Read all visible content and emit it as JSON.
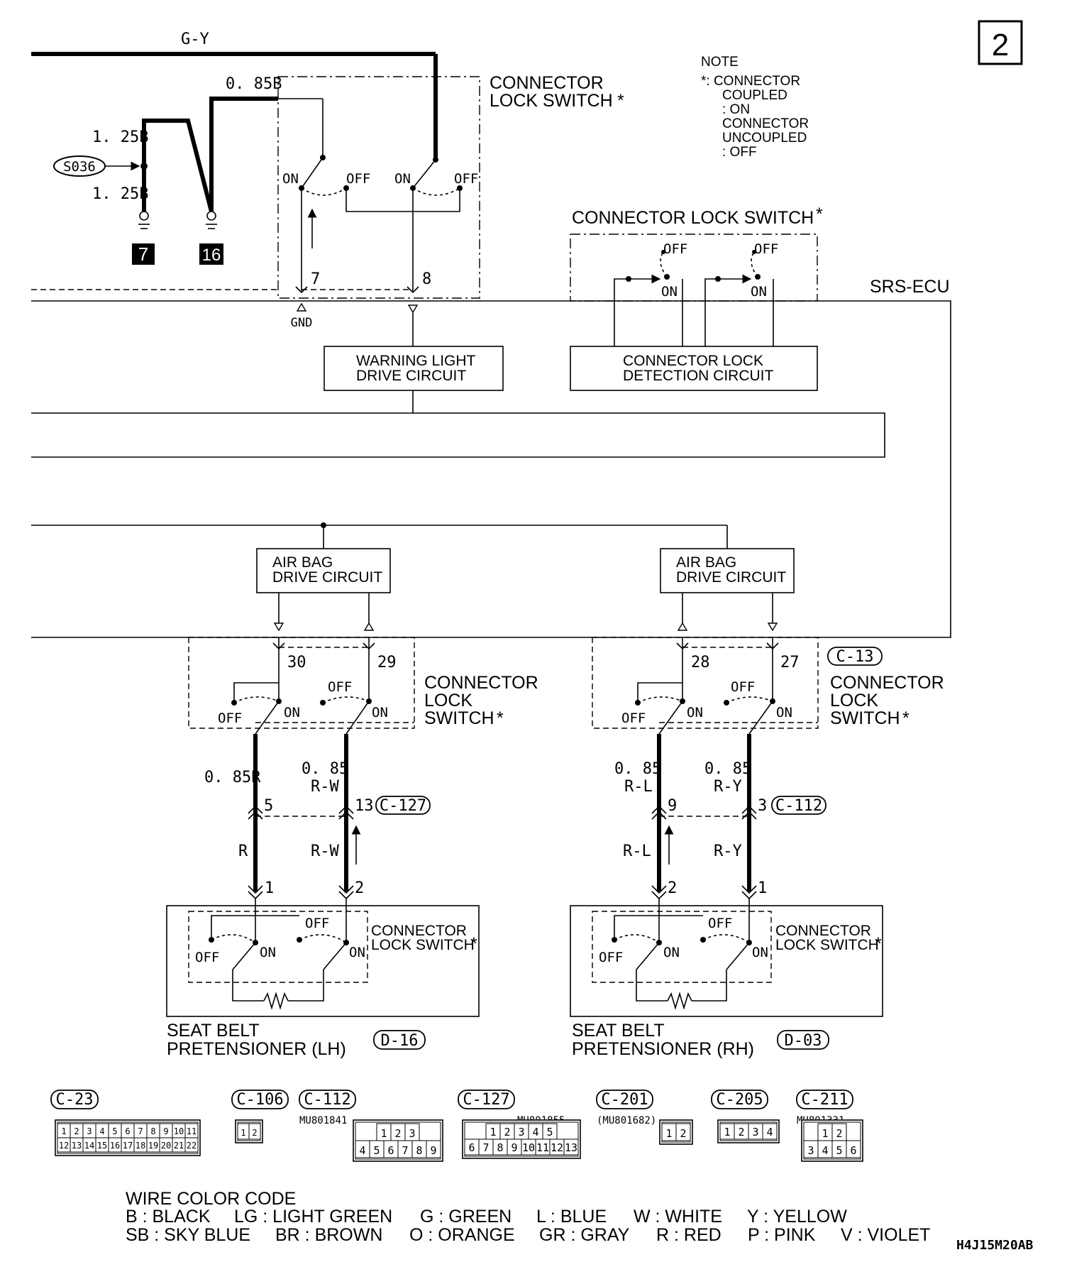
{
  "page_number": "2",
  "note": {
    "title": "NOTE",
    "lines": [
      "*: CONNECTOR",
      "COUPLED",
      ": ON",
      "CONNECTOR",
      "UNCOUPLED",
      ": OFF"
    ]
  },
  "wires": {
    "top": "G-Y",
    "w085b": "0. 85B",
    "w125b_top": "1. 25B",
    "w125b_bot": "1. 25B",
    "splice": "S036",
    "ground_7": "7",
    "ground_16": "16",
    "lh_a": "0. 85R",
    "lh_b1": "0. 85",
    "lh_b2": "R-W",
    "rh_a1": "0. 85",
    "rh_a2": "R-L",
    "rh_b1": "0. 85",
    "rh_b2": "R-Y",
    "lh_low_a": "R",
    "lh_low_b": "R-W",
    "rh_low_a": "R-L",
    "rh_low_b": "R-Y"
  },
  "switch_labels": {
    "on": "ON",
    "off": "OFF",
    "connector_lock_switch_l1": "CONNECTOR",
    "connector_lock_switch_l2": "LOCK SWITCH",
    "connector_lock_switch_full": "CONNECTOR LOCK SWITCH",
    "lock": "LOCK",
    "switch": "SWITCH",
    "star": "*"
  },
  "pins": {
    "p7": "7",
    "p8": "8",
    "p30": "30",
    "p29": "29",
    "p28": "28",
    "p27": "27",
    "p5": "5",
    "p13": "13",
    "p9": "9",
    "p3": "3",
    "p1": "1",
    "p2": "2",
    "gnd": "GND"
  },
  "ecu": {
    "name": "SRS-ECU",
    "warning_l1": "WARNING LIGHT",
    "warning_l2": "DRIVE CIRCUIT",
    "detect_l1": "CONNECTOR LOCK",
    "detect_l2": "DETECTION CIRCUIT",
    "airbag_l1": "AIR BAG",
    "airbag_l2": "DRIVE CIRCUIT"
  },
  "connectors": {
    "c13": "C-13",
    "c127": "C-127",
    "c112": "C-112",
    "d16": "D-16",
    "d03": "D-03"
  },
  "pretensioners": {
    "lh_l1": "SEAT BELT",
    "lh_l2": "PRETENSIONER  (LH)",
    "rh_l1": "SEAT BELT",
    "rh_l2": "PRETENSIONER  (RH)"
  },
  "connector_faces": [
    {
      "id": "C-23",
      "part": "",
      "row1": [
        "1",
        "2",
        "3",
        "4",
        "5",
        "6",
        "7",
        "8",
        "9",
        "10",
        "11"
      ],
      "row2": [
        "12",
        "13",
        "14",
        "15",
        "16",
        "17",
        "18",
        "19",
        "20",
        "21",
        "22"
      ]
    },
    {
      "id": "C-106",
      "part": "",
      "row1": [
        "1",
        "2"
      ]
    },
    {
      "id": "C-112",
      "part": "MU801841",
      "row1": [
        "1",
        "2",
        "3"
      ],
      "row2": [
        "4",
        "5",
        "6",
        "7",
        "8",
        "9"
      ]
    },
    {
      "id": "C-127",
      "part": "MU801855",
      "row1": [
        "1",
        "2",
        "3",
        "4",
        "5"
      ],
      "row2": [
        "6",
        "7",
        "8",
        "9",
        "10",
        "11",
        "12",
        "13"
      ]
    },
    {
      "id": "C-201",
      "part": "(MU801682)",
      "row1": [
        "1",
        "2"
      ]
    },
    {
      "id": "C-205",
      "part": "",
      "row1": [
        "1",
        "2",
        "3",
        "4"
      ]
    },
    {
      "id": "C-211",
      "part": "MU801331",
      "row1": [
        "1",
        "2"
      ],
      "row2": [
        "3",
        "4",
        "5",
        "6"
      ]
    }
  ],
  "wire_color_code": {
    "title": "WIRE COLOR CODE",
    "row1": [
      "B : BLACK",
      "LG : LIGHT GREEN",
      "G : GREEN",
      "L : BLUE",
      "W : WHITE",
      "Y : YELLOW"
    ],
    "row2": [
      "SB : SKY BLUE",
      "BR : BROWN",
      "O : ORANGE",
      "GR : GRAY",
      "R : RED",
      "P : PINK",
      "V : VIOLET"
    ]
  },
  "figure_code": "H4J15M20AB"
}
